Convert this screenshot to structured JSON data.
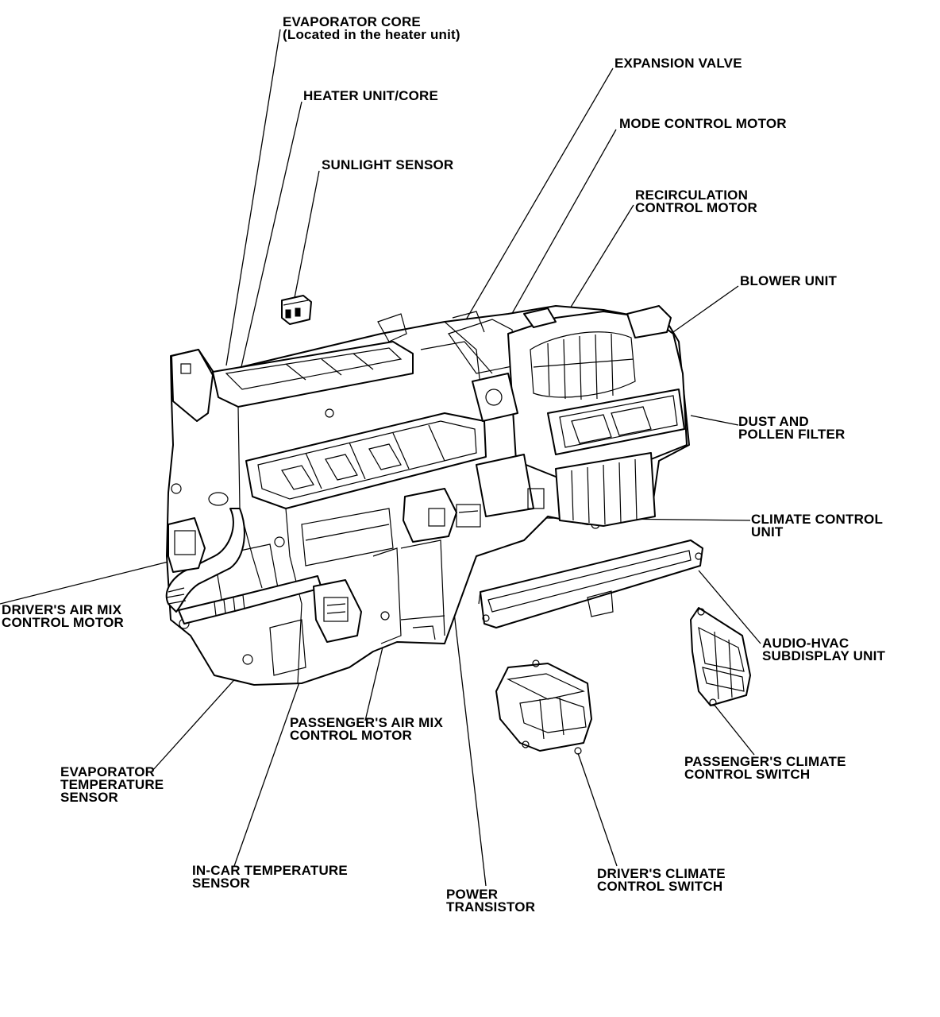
{
  "labels": {
    "evaporator_core": {
      "line1": "EVAPORATOR CORE",
      "line2": "(Located in the heater unit)"
    },
    "heater_unit": {
      "line1": "HEATER UNIT/CORE"
    },
    "sunlight_sensor": {
      "line1": "SUNLIGHT SENSOR"
    },
    "expansion_valve": {
      "line1": "EXPANSION VALVE"
    },
    "mode_control_motor": {
      "line1": "MODE CONTROL MOTOR"
    },
    "recirculation_control_motor": {
      "line1": "RECIRCULATION",
      "line2": "CONTROL MOTOR"
    },
    "blower_unit": {
      "line1": "BLOWER UNIT"
    },
    "dust_pollen_filter": {
      "line1": "DUST AND",
      "line2": "POLLEN FILTER"
    },
    "climate_control_unit": {
      "line1": "CLIMATE CONTROL",
      "line2": "UNIT"
    },
    "audio_hvac_subdisplay": {
      "line1": "AUDIO-HVAC",
      "line2": "SUBDISPLAY UNIT"
    },
    "drivers_air_mix": {
      "line1": "DRIVER'S AIR MIX",
      "line2": "CONTROL MOTOR"
    },
    "passengers_air_mix": {
      "line1": "PASSENGER'S AIR MIX",
      "line2": "CONTROL MOTOR"
    },
    "evaporator_temp_sensor": {
      "line1": "EVAPORATOR",
      "line2": "TEMPERATURE",
      "line3": "SENSOR"
    },
    "in_car_temp_sensor": {
      "line1": "IN-CAR TEMPERATURE",
      "line2": "SENSOR"
    },
    "power_transistor": {
      "line1": "POWER",
      "line2": "TRANSISTOR"
    },
    "drivers_climate_switch": {
      "line1": "DRIVER'S CLIMATE",
      "line2": "CONTROL SWITCH"
    },
    "passengers_climate_switch": {
      "line1": "PASSENGER'S CLIMATE",
      "line2": "CONTROL SWITCH"
    }
  }
}
